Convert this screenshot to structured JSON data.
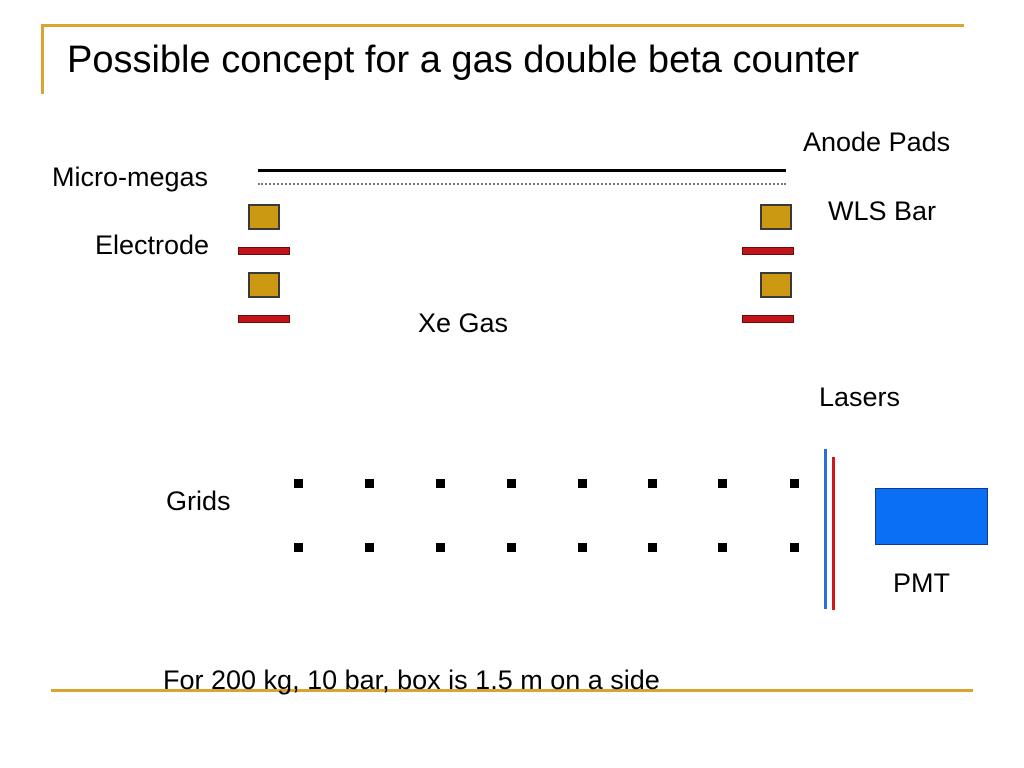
{
  "title": "Possible concept for a gas double beta counter",
  "labels": {
    "anode_pads": "Anode Pads",
    "micro_megas": "Micro-megas",
    "wls_bar": "WLS Bar",
    "electrode": "Electrode",
    "xe_gas": "Xe Gas",
    "lasers": "Lasers",
    "grids": "Grids",
    "pmt": "PMT"
  },
  "footnote": "For 200 kg, 10 bar, box is 1.5 m on a side",
  "colors": {
    "accent": "#d9a431",
    "wls_bar": "#cc9a12",
    "electrode": "#c0141a",
    "laser_blue": "#2a6fd6",
    "laser_red": "#d01818",
    "pmt": "#0a6ff5"
  }
}
